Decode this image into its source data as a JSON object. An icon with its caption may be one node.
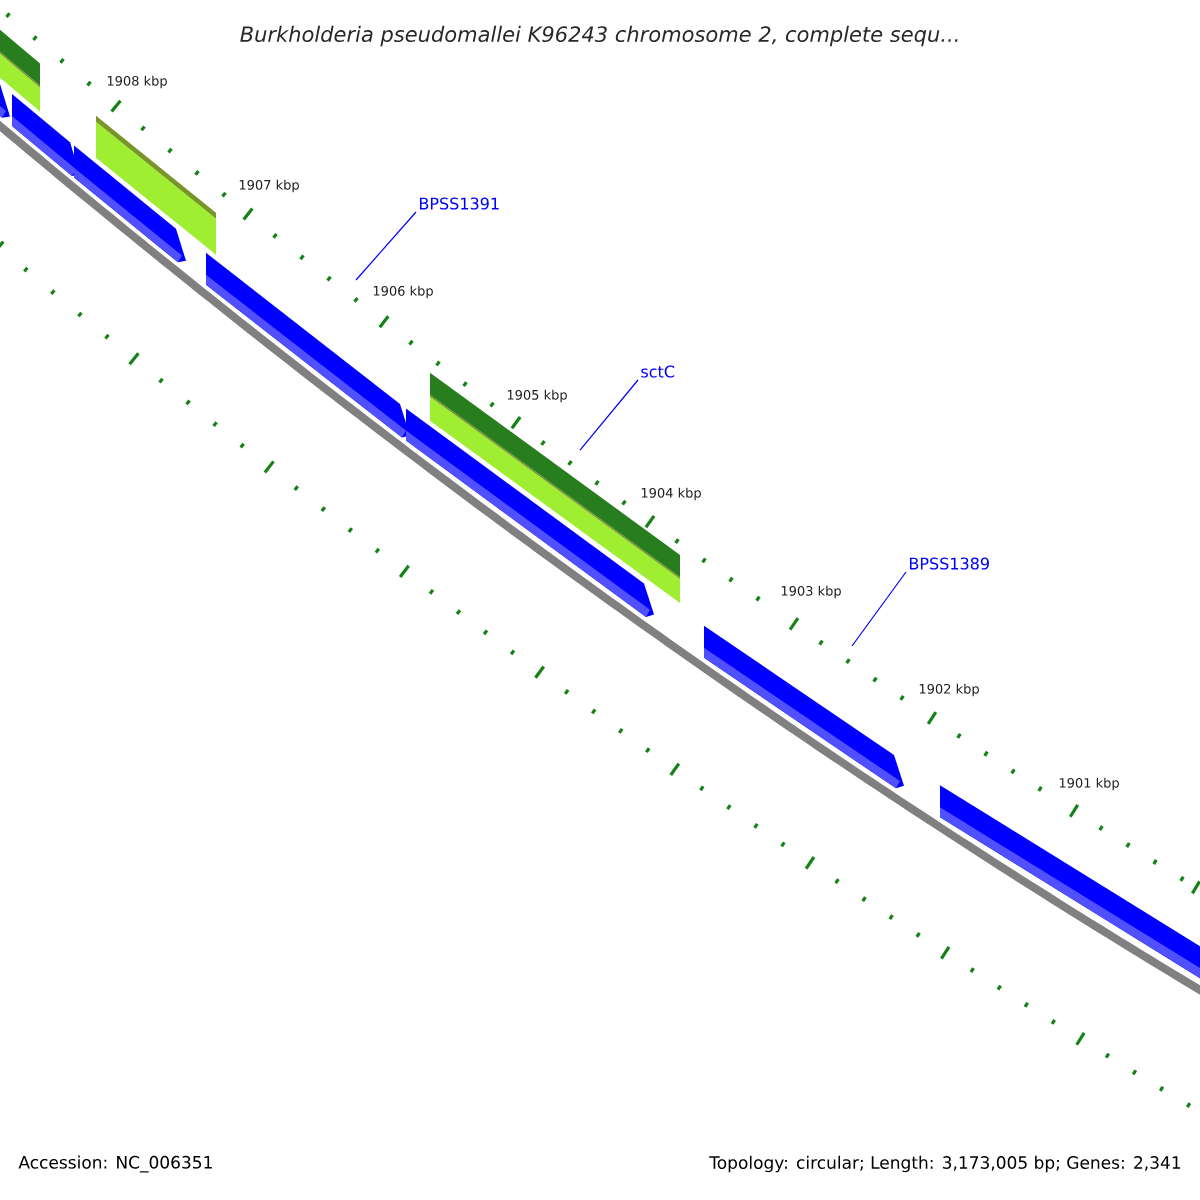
{
  "diagram": {
    "title": "Burkholderia pseudomallei K96243 chromosome 2, complete sequ...",
    "nodes": [
      {
        "text": [
          "BPSS1391"
        ]
      },
      {
        "text": [
          "sctC"
        ]
      },
      {
        "text": [
          "BPSS1389"
        ]
      }
    ],
    "edges": [
      {
        "from": 0,
        "to": null,
        "arrow": "none"
      },
      {
        "from": 1,
        "to": null,
        "arrow": "none"
      },
      {
        "from": 2,
        "to": null,
        "arrow": "none"
      }
    ],
    "labels": [
      "1908 kbp",
      "1907 kbp",
      "1906 kbp",
      "1905 kbp",
      "1904 kbp",
      "1903 kbp",
      "1902 kbp",
      "1901 kbp",
      "Accession: NC_006351",
      "Topology: circular; Length: 3,173,005 bp; Genes: 2,341"
    ]
  }
}
